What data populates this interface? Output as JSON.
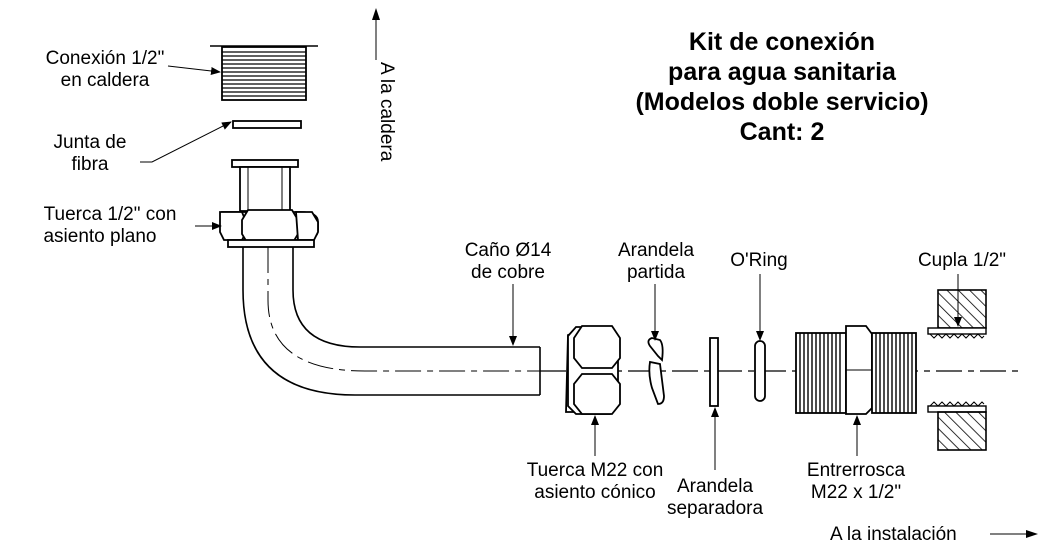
{
  "title": {
    "line1": "Kit de conexión",
    "line2": "para agua sanitaria",
    "line3": "(Modelos doble servicio)",
    "line4": "Cant: 2"
  },
  "labels": {
    "conexion_l1": "Conexión 1/2\"",
    "conexion_l2": "en caldera",
    "junta_l1": "Junta de",
    "junta_l2": "fibra",
    "tuerca_plano_l1": "Tuerca 1/2\" con",
    "tuerca_plano_l2": "asiento plano",
    "a_la_caldera": "A la caldera",
    "cano_l1": "Caño Ø14",
    "cano_l2": "de cobre",
    "arandela_partida_l1": "Arandela",
    "arandela_partida_l2": "partida",
    "oring": "O'Ring",
    "cupla": "Cupla 1/2\"",
    "tuerca_m22_l1": "Tuerca M22 con",
    "tuerca_m22_l2": "asiento cónico",
    "arandela_sep_l1": "Arandela",
    "arandela_sep_l2": "separadora",
    "entrerrosca_l1": "Entrerrosca",
    "entrerrosca_l2": "M22 x 1/2\"",
    "a_la_instalacion": "A la instalación"
  }
}
